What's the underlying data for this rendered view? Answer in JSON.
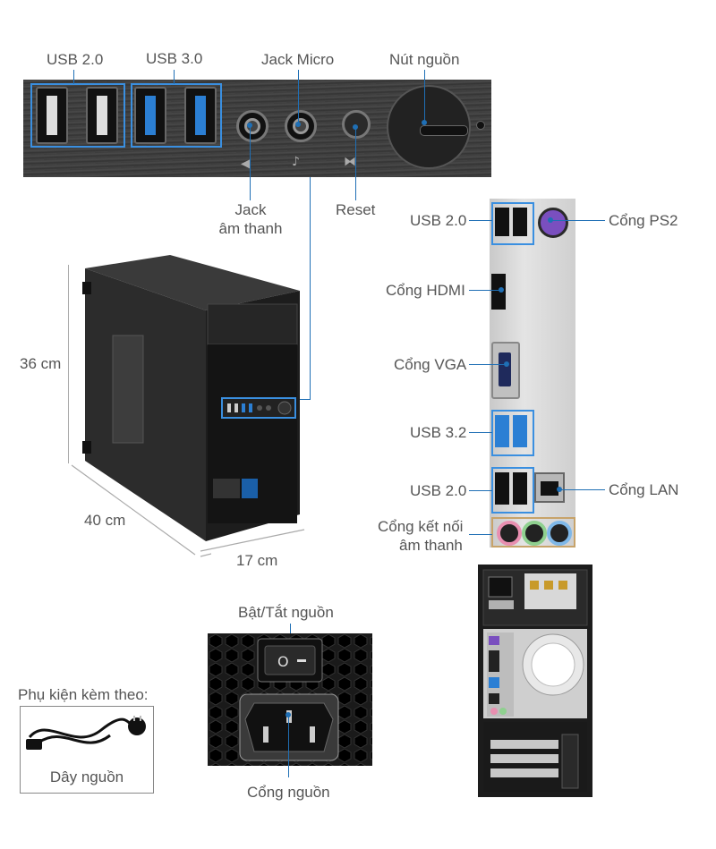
{
  "front_panel": {
    "usb20_label": "USB 2.0",
    "usb30_label": "USB 3.0",
    "mic_label": "Jack Micro",
    "power_btn_label": "Nút nguồn",
    "audio_label_1": "Jack",
    "audio_label_2": "âm thanh",
    "reset_label": "Reset"
  },
  "dimensions": {
    "height": "36 cm",
    "depth": "40 cm",
    "width": "17 cm"
  },
  "back_panel": {
    "usb20_top": "USB 2.0",
    "ps2": "Cổng PS2",
    "hdmi": "Cổng HDMI",
    "vga": "Cổng VGA",
    "usb32": "USB 3.2",
    "usb20_bottom": "USB 2.0",
    "lan": "Cổng LAN",
    "audio_1": "Cổng kết nối",
    "audio_2": "âm thanh"
  },
  "power": {
    "switch_label": "Bật/Tắt nguồn",
    "socket_label": "Cổng nguồn"
  },
  "accessory": {
    "heading": "Phụ kiện kèm theo:",
    "cable_label": "Dây nguồn"
  },
  "colors": {
    "accent": "#1f6fb5",
    "text": "#555555",
    "usb3_blue": "#2b7fd4"
  }
}
